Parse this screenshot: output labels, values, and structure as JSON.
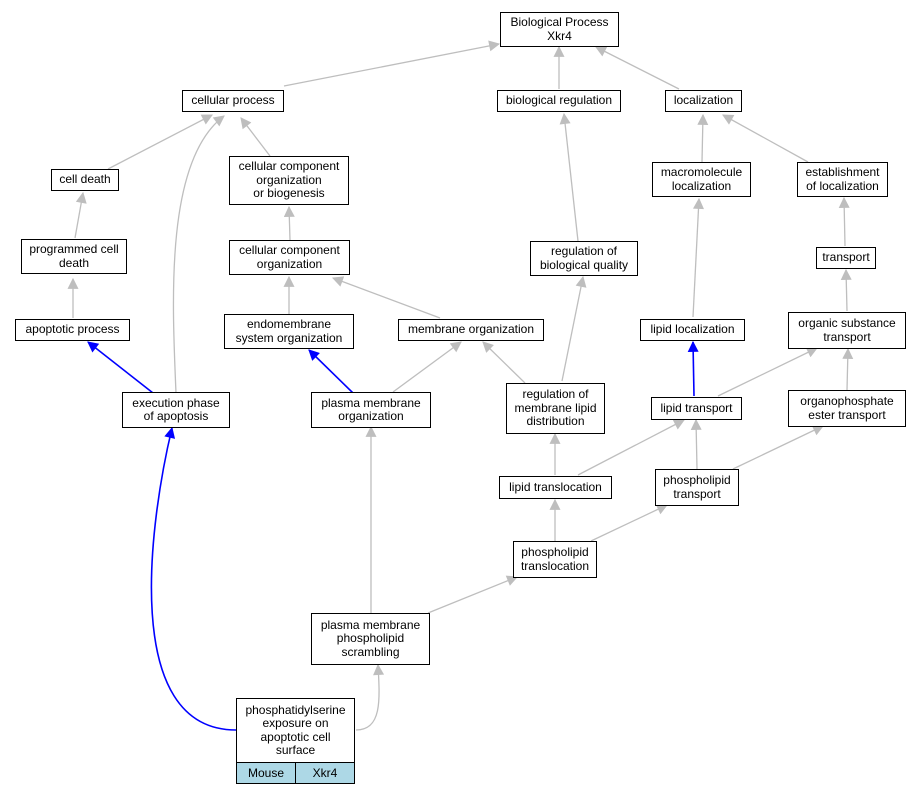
{
  "colors": {
    "regular_edge": "#bebebe",
    "highlight_edge": "#0000ff",
    "species_cell": "#add8e6"
  },
  "nodes": {
    "root": "Biological Process\nXkr4",
    "cellular_process": "cellular process",
    "biological_regulation": "biological regulation",
    "localization": "localization",
    "cell_death": "cell death",
    "cellular_component_org_biogenesis": "cellular component\norganization\nor biogenesis",
    "macromolecule_localization": "macromolecule\nlocalization",
    "establishment_of_localization": "establishment\nof localization",
    "programmed_cell_death": "programmed cell\ndeath",
    "cellular_component_organization": "cellular component\norganization",
    "regulation_of_biological_quality": "regulation of\nbiological quality",
    "transport": "transport",
    "apoptotic_process": "apoptotic process",
    "endomembrane_system_organization": "endomembrane\nsystem organization",
    "membrane_organization": "membrane organization",
    "lipid_localization": "lipid localization",
    "organic_substance_transport": "organic substance\ntransport",
    "execution_phase_of_apoptosis": "execution phase\nof apoptosis",
    "plasma_membrane_organization": "plasma membrane\norganization",
    "regulation_of_membrane_lipid_distribution": "regulation of\nmembrane lipid\ndistribution",
    "lipid_transport": "lipid transport",
    "organophosphate_ester_transport": "organophosphate\nester transport",
    "lipid_translocation": "lipid translocation",
    "phospholipid_transport": "phospholipid\ntransport",
    "phospholipid_translocation": "phospholipid\ntranslocation",
    "plasma_membrane_phospholipid_scrambling": "plasma membrane\nphospholipid\nscrambling",
    "phosphatidylserine_exposure": "phosphatidylserine\nexposure on\napoptotic cell\nsurface"
  },
  "annotation": {
    "species": "Mouse",
    "gene": "Xkr4"
  }
}
